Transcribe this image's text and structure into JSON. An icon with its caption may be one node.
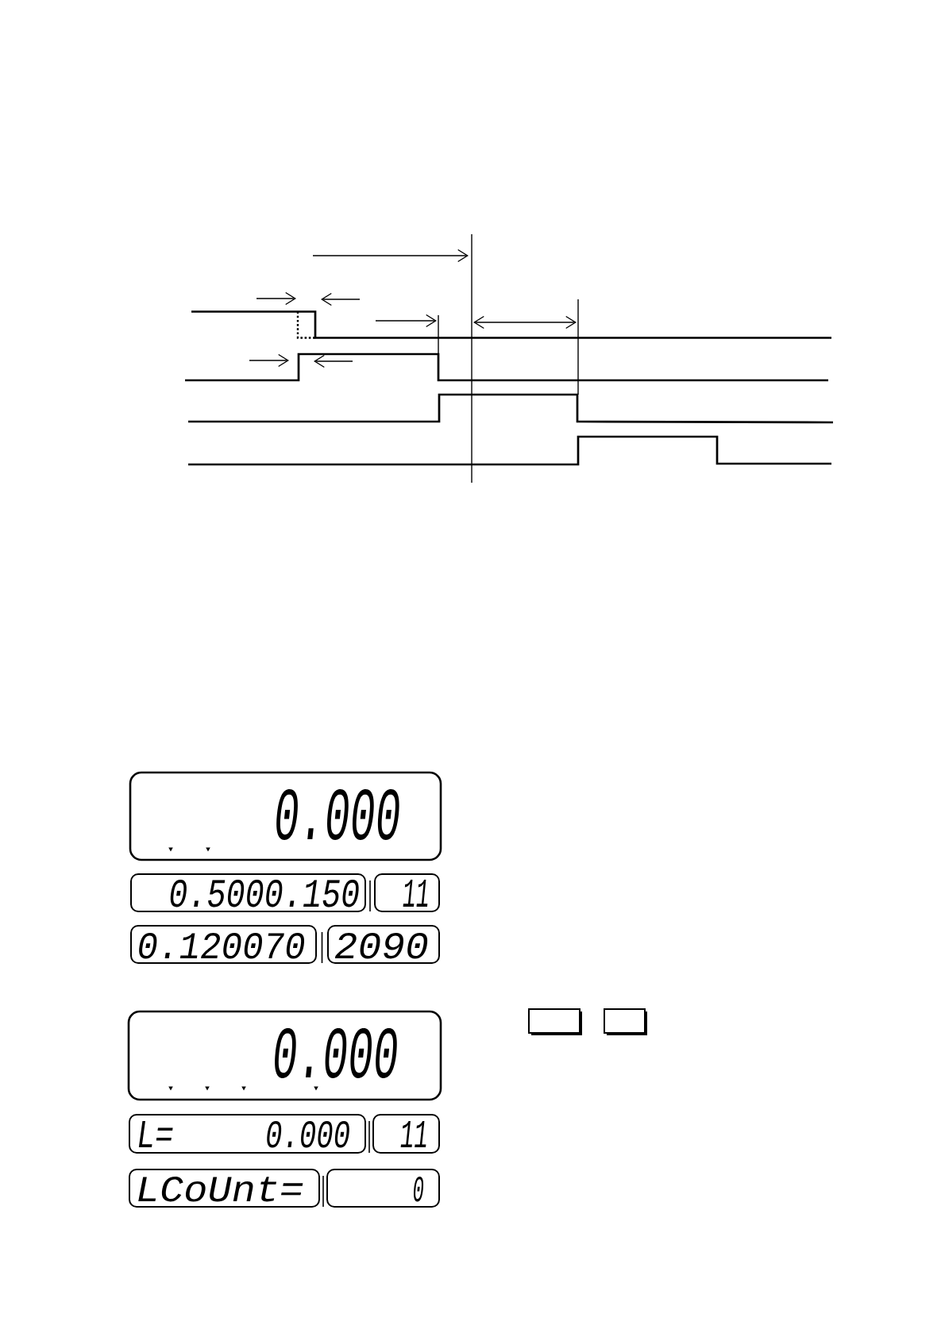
{
  "diagram": {
    "nodes": [
      {
        "text": [
          "0.000"
        ]
      },
      {
        "text": [
          "0.5000.150"
        ]
      },
      {
        "text": [
          "11"
        ]
      },
      {
        "text": [
          "0.120070"
        ]
      },
      {
        "text": [
          "2090"
        ]
      },
      {
        "text": [
          "0.000"
        ]
      },
      {
        "text": [
          "L=",
          "0.000"
        ]
      },
      {
        "text": [
          "11"
        ]
      },
      {
        "text": [
          "LCoUnt="
        ]
      },
      {
        "text": [
          "0"
        ]
      },
      {
        "text": [],
        "shape": "box"
      },
      {
        "text": [],
        "shape": "box"
      }
    ]
  }
}
